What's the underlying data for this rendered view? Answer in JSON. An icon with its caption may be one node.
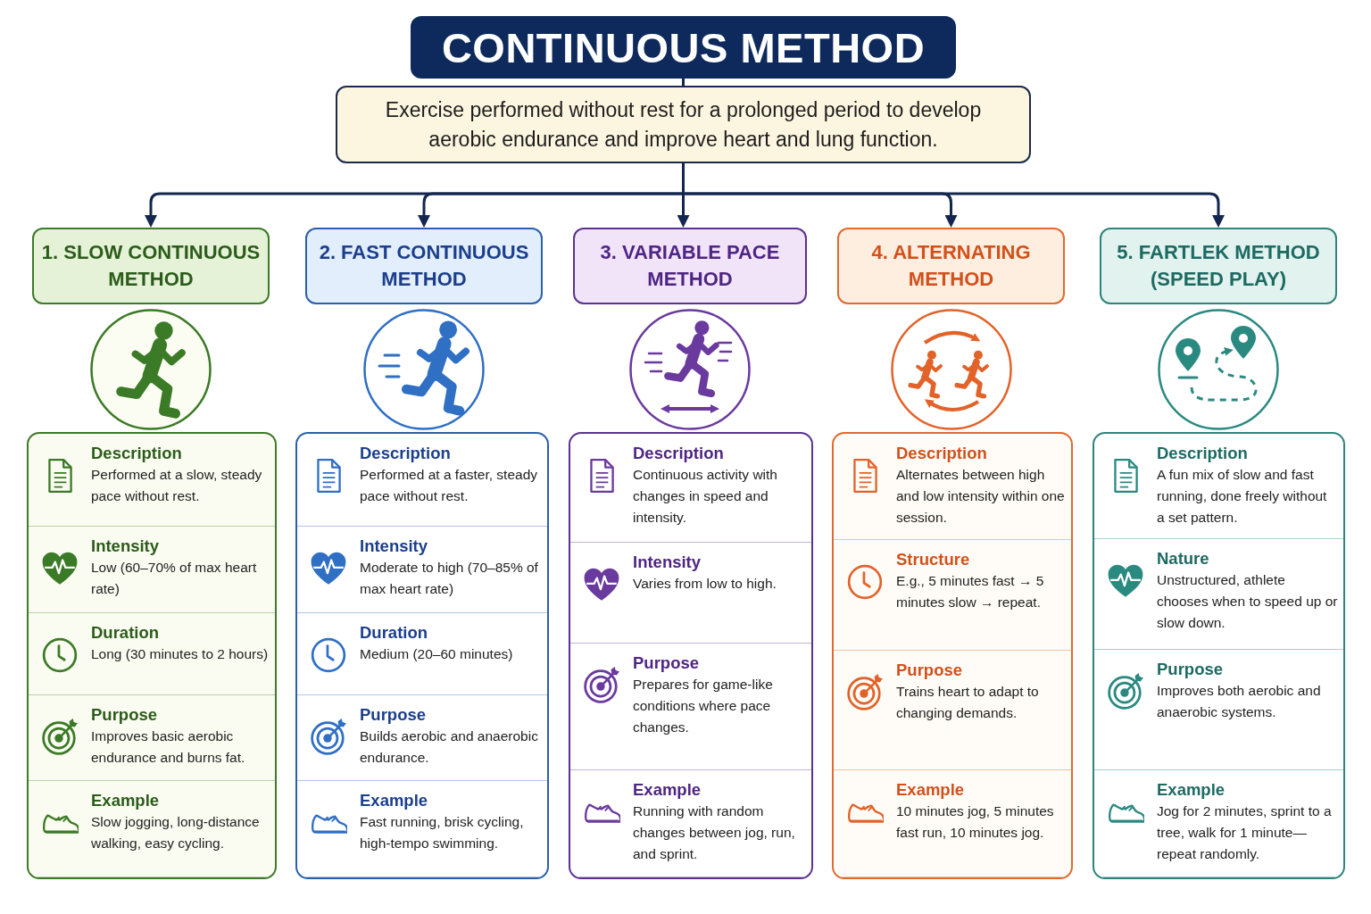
{
  "diagram": {
    "nodes": [
      {
        "text": [
          "CONTINUOUS METHOD"
        ]
      },
      {
        "text": [
          "Exercise performed without rest for a prolonged period to develop aerobic endurance and improve heart and lung function."
        ]
      },
      {
        "text": [
          "1. SLOW CONTINUOUS METHOD"
        ]
      },
      {
        "text": [
          "2. FAST CONTINUOUS METHOD"
        ]
      },
      {
        "text": [
          "3. VARIABLE PACE METHOD"
        ]
      },
      {
        "text": [
          "4. ALTERNATING METHOD"
        ]
      },
      {
        "text": [
          "5. FARTLEK METHOD (SPEED PLAY)"
        ]
      },
      {
        "text": [],
        "shape": "box"
      },
      {
        "text": [
          "Description",
          "Performed at a slow, steady pace without rest."
        ],
        "in": 7
      },
      {
        "text": [
          "Intensity",
          "Low (60–70% of max heart rate)"
        ],
        "in": 7
      },
      {
        "text": [
          "Duration",
          "Long (30 minutes to 2 hours)"
        ],
        "in": 7
      },
      {
        "text": [
          "Purpose",
          "Improves basic aerobic endurance and burns fat."
        ],
        "in": 7
      },
      {
        "text": [
          "Example",
          "Slow jogging, long-distance walking, easy cycling."
        ],
        "in": 7
      },
      {
        "text": [],
        "shape": "box"
      },
      {
        "text": [
          "Description",
          "Performed at a faster, steady pace without rest."
        ],
        "in": 13
      },
      {
        "text": [
          "Intensity",
          "Moderate to high (70–85% of max heart rate)"
        ],
        "in": 13
      },
      {
        "text": [
          "Duration",
          "Medium (20–60 minutes)"
        ],
        "in": 13
      },
      {
        "text": [
          "Purpose",
          "Builds aerobic and anaerobic endurance."
        ],
        "in": 13
      },
      {
        "text": [
          "Example",
          "Fast running, brisk cycling, high-tempo swimming."
        ],
        "in": 13
      },
      {
        "text": [],
        "shape": "box"
      },
      {
        "text": [
          "Description",
          "Continuous activity with changes in speed and intensity."
        ],
        "in": 19
      },
      {
        "text": [
          "Intensity",
          "Varies from low to high."
        ],
        "in": 19
      },
      {
        "text": [
          "Purpose",
          "Prepares for game-like conditions where pace changes."
        ],
        "in": 19
      },
      {
        "text": [
          "Example",
          "Running with random changes between jog, run, and sprint."
        ],
        "in": 19
      },
      {
        "text": [],
        "shape": "box"
      },
      {
        "text": [
          "Description",
          "Alternates between high and low intensity within one session."
        ],
        "in": 24
      },
      {
        "text": [
          "Structure",
          "E.g., 5 minutes fast → 5 minutes slow → repeat."
        ],
        "in": 24
      },
      {
        "text": [
          "Purpose",
          "Trains heart to adapt to changing demands."
        ],
        "in": 24
      },
      {
        "text": [
          "Example",
          "10 minutes jog, 5 minutes fast run, 10 minutes jog."
        ],
        "in": 24
      },
      {
        "text": [],
        "shape": "box"
      },
      {
        "text": [
          "Description",
          "A fun mix of slow and fast running, done freely without a set pattern."
        ],
        "in": 29
      },
      {
        "text": [
          "Nature",
          "Unstructured, athlete chooses when to speed up or slow down."
        ],
        "in": 29
      },
      {
        "text": [
          "Purpose",
          "Improves both aerobic and anaerobic systems."
        ],
        "in": 29
      },
      {
        "text": [
          "Example",
          "Jog for 2 minutes, sprint to a tree, walk for 1 minute—repeat randomly."
        ],
        "in": 29
      }
    ],
    "edges": [
      {
        "from": 0,
        "to": 1,
        "arrow": "none"
      },
      {
        "from": 1,
        "to": 2,
        "arrow": "to"
      },
      {
        "from": 1,
        "to": 3,
        "arrow": "to"
      },
      {
        "from": 1,
        "to": 4,
        "arrow": "to"
      },
      {
        "from": 1,
        "to": 5,
        "arrow": "to"
      },
      {
        "from": 1,
        "to": 6,
        "arrow": "to"
      }
    ]
  }
}
